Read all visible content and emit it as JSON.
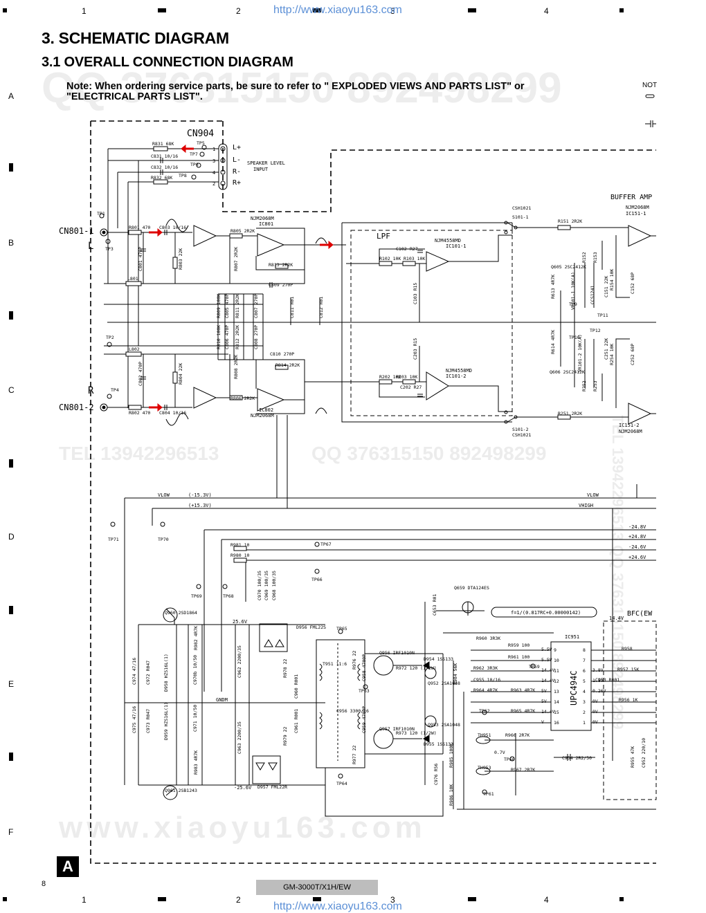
{
  "header": {
    "url": "http://www.xiaoyu163.com",
    "col_numbers": [
      "1",
      "2",
      "3",
      "4"
    ]
  },
  "titles": {
    "section": "3. SCHEMATIC DIAGRAM",
    "subsection": "3.1 OVERALL CONNECTION DIAGRAM",
    "note_line1": "Note: When ordering service parts, be sure to refer to \" EXPLODED VIEWS AND PARTS LIST\" or",
    "note_line2": "\"ELECTRICAL PARTS LIST\".",
    "not_label": "NOT"
  },
  "row_letters": [
    "A",
    "B",
    "C",
    "D",
    "E",
    "F"
  ],
  "footer": {
    "page_number": "8",
    "model": "GM-3000T/X1H/EW",
    "url": "http://www.xiaoyu163.com",
    "section_badge": "A"
  },
  "watermarks": {
    "big_top": "QQ 376315150 892498299",
    "tel1": "TEL 13942296513",
    "mid": "QQ 376315150 892498299",
    "big_bottom": "www.xiaoyu163.com",
    "right_vertical": "TEL 13942296513 QQ 376315150 892498299"
  },
  "schematic": {
    "connectors": {
      "cn904": "CN904",
      "cn904_pins": [
        "L+",
        "L-",
        "R-",
        "R+"
      ],
      "cn904_nums": [
        "1",
        "3",
        "4",
        "2"
      ],
      "speaker_input": [
        "SPEAKER LEVEL",
        "INPUT"
      ],
      "cn801_1": "CN801-1",
      "cn801_2": "CN801-2",
      "ch_l": "L",
      "ch_r": "R"
    },
    "blocks": {
      "lpf": "LPF",
      "buffer_amp": "BUFFER AMP",
      "bfc": "BFC(EW",
      "freq_formula": "f=1/(0.817RC+0.00000142)",
      "ic951": "IC951",
      "upc494c": "UPC494C"
    },
    "rails": {
      "vlow": "VLOW",
      "vlow_val": "(-15.3V)",
      "vhigh_val": "(+15.3V)",
      "vlow_r": "VLOW",
      "vhigh_r": "VHIGH",
      "p24_8": "+24.8V",
      "m24_8": "-24.8V",
      "m24_6": "-24.6V",
      "p24_6": "+24.6V",
      "p25_6": "25.6V",
      "m25_6": "-25.6V",
      "gndm": "GNDM",
      "v14_4": "14.4V"
    },
    "parts_left": [
      {
        "id": "R831",
        "v": "68K"
      },
      {
        "id": "C831",
        "v": "10/16"
      },
      {
        "id": "C832",
        "v": "10/16"
      },
      {
        "id": "R832",
        "v": "68K"
      },
      {
        "id": "R801",
        "v": "470"
      },
      {
        "id": "C803",
        "v": "10/16"
      },
      {
        "id": "R802",
        "v": "470"
      },
      {
        "id": "C804",
        "v": "10/16"
      },
      {
        "id": "C801",
        "v": "470P"
      },
      {
        "id": "C802",
        "v": "470P"
      },
      {
        "id": "R803",
        "v": "22K"
      },
      {
        "id": "R804",
        "v": "22K"
      },
      {
        "id": "L801",
        "v": ""
      },
      {
        "id": "L802",
        "v": ""
      }
    ],
    "parts_mid": [
      {
        "id": "R805",
        "v": "2R2K"
      },
      {
        "id": "R806",
        "v": "2R2K"
      },
      {
        "id": "R807",
        "v": "2R2K"
      },
      {
        "id": "R808",
        "v": "2R2K"
      },
      {
        "id": "R813",
        "v": "2R2K"
      },
      {
        "id": "R814",
        "v": "2R2K"
      },
      {
        "id": "C809",
        "v": "270P"
      },
      {
        "id": "C810",
        "v": "270P"
      },
      {
        "id": "R809",
        "v": "100K"
      },
      {
        "id": "R810",
        "v": "100K"
      },
      {
        "id": "C805",
        "v": "470P"
      },
      {
        "id": "C806",
        "v": "470P"
      },
      {
        "id": "R811",
        "v": "2R2K"
      },
      {
        "id": "R812",
        "v": "2R2K"
      },
      {
        "id": "C807",
        "v": "270P"
      },
      {
        "id": "C808",
        "v": "270P"
      },
      {
        "id": "C811",
        "v": "R01"
      },
      {
        "id": "C812",
        "v": "R01"
      }
    ],
    "ics": {
      "ic801_top": "NJM2068M",
      "ic801": "IC801",
      "ic802": "IC802",
      "ic802_bot": "NJM2068M",
      "ic101_1_top": "NJM4558MD",
      "ic101_1": "IC101-1",
      "ic101_2_top": "NJM4558MD",
      "ic101_2": "IC101-2",
      "ic151_1_top": "NJM2068M",
      "ic151_1": "IC151-1",
      "ic151_2": "IC151-2",
      "ic151_2_bot": "NJM2068M"
    },
    "parts_lpf": [
      {
        "id": "C102",
        "v": ""
      },
      {
        "id": "R27",
        "v": ""
      },
      {
        "id": "R102",
        "v": "10K"
      },
      {
        "id": "R103",
        "v": "10K"
      },
      {
        "id": "C103",
        "v": "R15"
      },
      {
        "id": "C203",
        "v": "R15"
      },
      {
        "id": "R202",
        "v": "10K"
      },
      {
        "id": "R203",
        "v": "10K"
      },
      {
        "id": "C202",
        "v": "R27"
      }
    ],
    "parts_right": [
      {
        "id": "CSH1021",
        "v": ""
      },
      {
        "id": "S101-1",
        "v": ""
      },
      {
        "id": "S101-2",
        "v": ""
      },
      {
        "id": "R151",
        "v": "2R2K"
      },
      {
        "id": "R251",
        "v": "2R2K"
      },
      {
        "id": "Q605",
        "v": "2SC2412K"
      },
      {
        "id": "Q606",
        "v": "2SC2412K"
      },
      {
        "id": "R613",
        "v": "4R7K"
      },
      {
        "id": "R614",
        "v": "4R7K"
      },
      {
        "id": "VR101-1",
        "v": "10K(A)"
      },
      {
        "id": "VR101-2",
        "v": "10K(A)"
      },
      {
        "id": "R152",
        "v": ""
      },
      {
        "id": "R153",
        "v": ""
      },
      {
        "id": "R154",
        "v": "10K"
      },
      {
        "id": "C152",
        "v": "68P"
      },
      {
        "id": "R252",
        "v": ""
      },
      {
        "id": "R253",
        "v": ""
      },
      {
        "id": "R254",
        "v": "10K"
      },
      {
        "id": "C252",
        "v": "68P"
      },
      {
        "id": "CCS1241",
        "v": ""
      },
      {
        "id": "C151",
        "v": "22K"
      },
      {
        "id": "C251",
        "v": "22K"
      }
    ],
    "tps": [
      "TP1",
      "TP2",
      "TP3",
      "TP4",
      "TP5",
      "TP6",
      "TP7",
      "TP8",
      "TP9",
      "TP10",
      "TP11",
      "TP12",
      "TP70",
      "TP71",
      "TP67",
      "TP66",
      "TP69",
      "TP68",
      "TP65",
      "TP63",
      "TP64",
      "TP59",
      "TP60",
      "TP61",
      "TP62"
    ],
    "parts_power": [
      {
        "id": "R981",
        "v": "10"
      },
      {
        "id": "R980",
        "v": "10"
      },
      {
        "id": "C970",
        "v": "100/35"
      },
      {
        "id": "C969",
        "v": "100/35"
      },
      {
        "id": "C968",
        "v": "100/35"
      },
      {
        "id": "Q960",
        "v": "2SD1864"
      },
      {
        "id": "Q961",
        "v": "2SB1243"
      },
      {
        "id": "D956",
        "v": "FML22S"
      },
      {
        "id": "D957",
        "v": "FML22R"
      },
      {
        "id": "C962",
        "v": "2200/35"
      },
      {
        "id": "C963",
        "v": "2200/35"
      },
      {
        "id": "R982",
        "v": "4R7K"
      },
      {
        "id": "R983",
        "v": "4R7K"
      },
      {
        "id": "D958",
        "v": "HZS16L(1)"
      },
      {
        "id": "D959",
        "v": "HZS16L(1)"
      },
      {
        "id": "C974",
        "v": "47/16"
      },
      {
        "id": "C975",
        "v": "47/16"
      },
      {
        "id": "C972",
        "v": "R047"
      },
      {
        "id": "C973",
        "v": "R047"
      },
      {
        "id": "C970b",
        "v": "10/50"
      },
      {
        "id": "C971",
        "v": "10/50"
      },
      {
        "id": "R978",
        "v": "22"
      },
      {
        "id": "R979",
        "v": "22"
      },
      {
        "id": "C960",
        "v": "R001"
      },
      {
        "id": "C961",
        "v": "R001"
      },
      {
        "id": "T951",
        "v": "11:6"
      },
      {
        "id": "R976",
        "v": "22"
      },
      {
        "id": "R977",
        "v": "22"
      },
      {
        "id": "C958",
        "v": "4700P"
      },
      {
        "id": "C959",
        "v": "4700P"
      },
      {
        "id": "C956",
        "v": "3300/16"
      },
      {
        "id": "Q956",
        "v": "IRF1010N"
      },
      {
        "id": "Q957",
        "v": "IRF1010N"
      },
      {
        "id": "R972",
        "v": "120 (1/2W)"
      },
      {
        "id": "R973",
        "v": "120 (1/2W)"
      },
      {
        "id": "D954",
        "v": "1SS133"
      },
      {
        "id": "D955",
        "v": "1SS133"
      },
      {
        "id": "Q952",
        "v": "2SA1048"
      },
      {
        "id": "Q953",
        "v": "2SA1048"
      },
      {
        "id": "Q659",
        "v": "DTA124ES"
      },
      {
        "id": "C653",
        "v": "R01"
      },
      {
        "id": "R960",
        "v": "3R3K"
      },
      {
        "id": "R959",
        "v": "100"
      },
      {
        "id": "R961",
        "v": "100"
      },
      {
        "id": "R962",
        "v": "3R3K"
      },
      {
        "id": "C955",
        "v": "10/16"
      },
      {
        "id": "R964",
        "v": "4R7K"
      },
      {
        "id": "R963",
        "v": "4R7K"
      },
      {
        "id": "R965",
        "v": "4R7K"
      },
      {
        "id": "R984",
        "v": "56K"
      },
      {
        "id": "R966",
        "v": "2R7K"
      },
      {
        "id": "R967",
        "v": "2R7K"
      },
      {
        "id": "TH951",
        "v": ""
      },
      {
        "id": "TH953",
        "v": ""
      },
      {
        "id": "R985",
        "v": "100K"
      },
      {
        "id": "R986",
        "v": "10K"
      },
      {
        "id": "C976",
        "v": "R56"
      },
      {
        "id": "C954",
        "v": "2R2/50"
      },
      {
        "id": "R958",
        "v": ""
      },
      {
        "id": "R957",
        "v": "15K"
      },
      {
        "id": "R956",
        "v": "1K"
      },
      {
        "id": "C953",
        "v": "R001"
      },
      {
        "id": "R955",
        "v": "47K"
      },
      {
        "id": "C952",
        "v": "220/10"
      }
    ],
    "upc_pins_left": [
      "9",
      "10",
      "11",
      "12",
      "13",
      "14",
      "15",
      "16"
    ],
    "upc_pins_right": [
      "8",
      "7",
      "6",
      "5",
      "4",
      "3",
      "2",
      "1"
    ],
    "upc_v_left": [
      "5.5V",
      "5.5V",
      "14.4V",
      "14.4V",
      "5V",
      "5V",
      "14.4V",
      "V"
    ],
    "upc_v_right": [
      "",
      "",
      "3.8V",
      "1.8V",
      "0.26V",
      "0V",
      "0V",
      "0V"
    ],
    "tp62_v": "0.7V"
  }
}
